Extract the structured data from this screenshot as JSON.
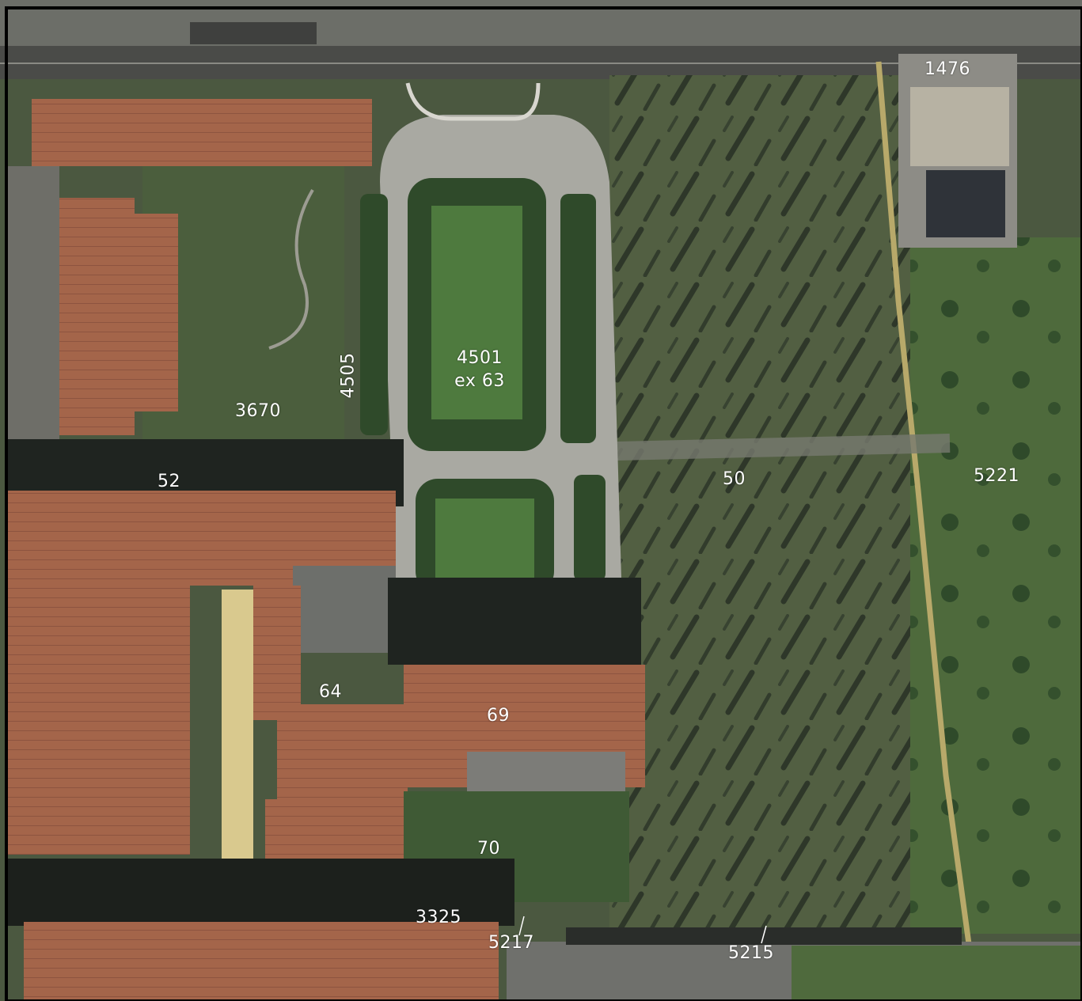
{
  "map": {
    "type": "aerial cadastral map",
    "parcels": [
      {
        "id": "p1476",
        "label": "1476"
      },
      {
        "id": "p4501",
        "label": "4501",
        "sublabel": "ex 63"
      },
      {
        "id": "p4505",
        "label": "4505"
      },
      {
        "id": "p3670",
        "label": "3670"
      },
      {
        "id": "p52",
        "label": "52"
      },
      {
        "id": "p50",
        "label": "50"
      },
      {
        "id": "p5221",
        "label": "5221"
      },
      {
        "id": "p64",
        "label": "64"
      },
      {
        "id": "p69",
        "label": "69"
      },
      {
        "id": "p70",
        "label": "70"
      },
      {
        "id": "p3325",
        "label": "3325"
      },
      {
        "id": "p5217",
        "label": "5217"
      },
      {
        "id": "p5215",
        "label": "5215"
      }
    ],
    "colors": {
      "label_text": "#ffffff",
      "frame": "#000000",
      "grass": "#4f5d3e",
      "road": "#5a5a5a",
      "roof": "#a8664a",
      "shadow": "#1f2420",
      "path": "#a9a9a2",
      "hedge": "#2f4a2a"
    }
  }
}
